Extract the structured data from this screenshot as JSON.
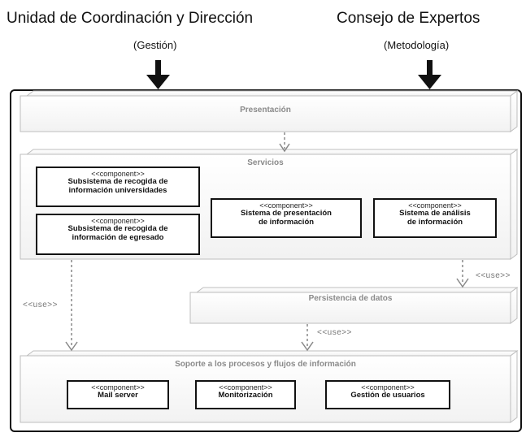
{
  "header": {
    "left_title": "Unidad de Coordinación y Dirección",
    "left_subtitle": "(Gestión)",
    "right_title": "Consejo de Expertos",
    "right_subtitle": "(Metodología)"
  },
  "layers": {
    "presentacion": "Presentación",
    "servicios": "Servicios",
    "persistencia": "Persistencia de datos",
    "soporte": "Soporte a los procesos y flujos de información"
  },
  "stereotype": "<<component>>",
  "components": {
    "sub_universidades": [
      "Subsistema de recogida de",
      "información universidades"
    ],
    "sub_egresado": [
      "Subsistema de recogida de",
      "información de egresado"
    ],
    "sistema_presentacion": [
      "Sistema de presentación",
      "de información"
    ],
    "sistema_analisis": [
      "Sistema de análisis",
      "de información"
    ],
    "mail_server": "Mail server",
    "monitorizacion": "Monitorización",
    "gestion_usuarios": "Gestión de usuarios"
  },
  "use_label": "<<use>>"
}
